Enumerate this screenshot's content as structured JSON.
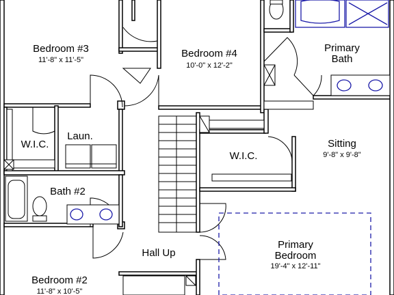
{
  "rooms": {
    "bedroom3": {
      "name": "Bedroom #3",
      "dims": "11'-8\" x 11'-5\""
    },
    "bedroom4": {
      "name": "Bedroom #4",
      "dims": "10'-0\" x 12'-2\""
    },
    "primary_bath": {
      "name_line1": "Primary",
      "name_line2": "Bath"
    },
    "wic_left": {
      "name": "W.I.C."
    },
    "laundry": {
      "name": "Laun."
    },
    "sitting": {
      "name": "Sitting",
      "dims": "9'-8\" x 9'-8\""
    },
    "wic_center": {
      "name": "W.I.C."
    },
    "bath2": {
      "name": "Bath #2"
    },
    "hall": {
      "name": "Hall Up"
    },
    "primary_bedroom": {
      "name_line1": "Primary",
      "name_line2": "Bedroom",
      "dims": "19'-4\" x 12'-11\""
    },
    "bedroom2": {
      "name": "Bedroom #2",
      "dims": "11'-8\" x 10'-5\""
    }
  },
  "colors": {
    "walls": "#000000",
    "fixtures_highlight": "#1a1aa8",
    "background": "#ffffff"
  }
}
